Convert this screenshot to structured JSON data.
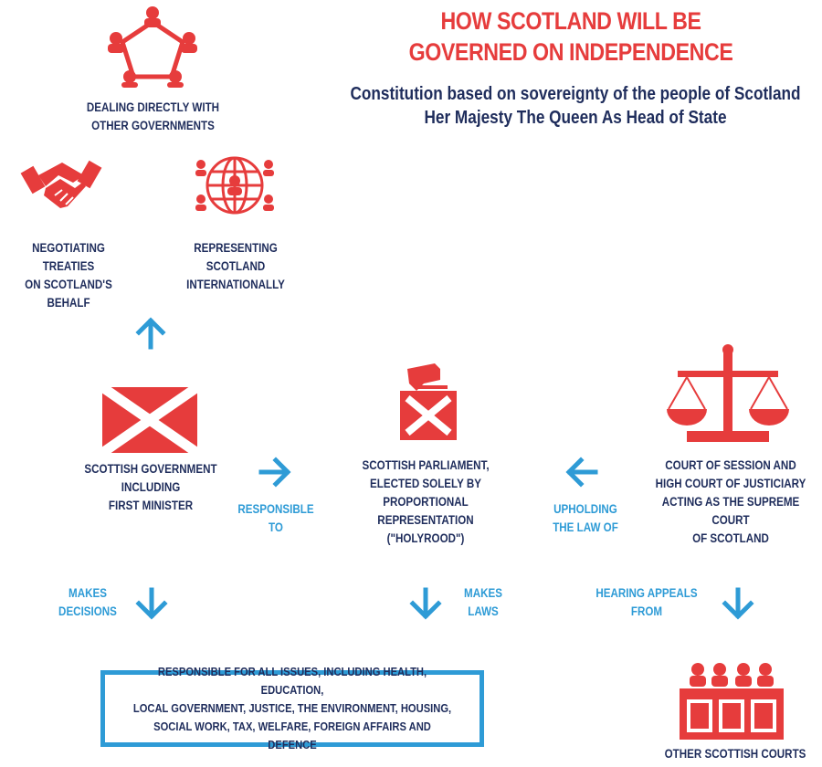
{
  "header": {
    "title_line1": "HOW SCOTLAND WILL BE",
    "title_line2": "GOVERNED ON INDEPENDENCE",
    "subtitle_line1": "Constitution based on sovereignty of the people of Scotland",
    "subtitle_line2": "Her Majesty The Queen As Head of State"
  },
  "international": {
    "dealing_line1": "DEALING DIRECTLY WITH",
    "dealing_line2": "OTHER GOVERNMENTS",
    "treaties_line1": "NEGOTIATING TREATIES",
    "treaties_line2": "ON SCOTLAND'S BEHALF",
    "representing_line1": "REPRESENTING SCOTLAND",
    "representing_line2": "INTERNATIONALLY"
  },
  "government": {
    "line1": "SCOTTISH GOVERNMENT",
    "line2": "INCLUDING",
    "line3": "FIRST MINISTER"
  },
  "parliament": {
    "line1": "SCOTTISH PARLIAMENT,",
    "line2": "ELECTED SOLELY BY PROPORTIONAL",
    "line3": "REPRESENTATION",
    "line4": "(\"HOLYROOD\")"
  },
  "court": {
    "line1": "COURT OF SESSION AND",
    "line2": "HIGH COURT OF JUSTICIARY",
    "line3": "ACTING AS THE SUPREME COURT",
    "line4": "OF SCOTLAND"
  },
  "connectors": {
    "responsible_line1": "RESPONSIBLE",
    "responsible_line2": "TO",
    "upholding_line1": "UPHOLDING",
    "upholding_line2": "THE LAW OF",
    "decisions_line1": "MAKES",
    "decisions_line2": "DECISIONS",
    "laws_line1": "MAKES",
    "laws_line2": "LAWS",
    "appeals_line1": "HEARING APPEALS",
    "appeals_line2": "FROM"
  },
  "responsibilities": {
    "line1": "RESPONSIBLE FOR ALL ISSUES, INCLUDING HEALTH, EDUCATION,",
    "line2": "LOCAL GOVERNMENT, JUSTICE, THE ENVIRONMENT, HOUSING,",
    "line3": "SOCIAL WORK, TAX, WELFARE, FOREIGN AFFAIRS AND DEFENCE"
  },
  "other_courts": {
    "label": "OTHER SCOTTISH COURTS"
  },
  "colors": {
    "red": "#e63c3c",
    "navy": "#1f2d5c",
    "blue": "#2e9bd6"
  },
  "icons": [
    "people-circle-icon",
    "handshake-icon",
    "globe-people-icon",
    "saltire-flag-icon",
    "ballot-box-icon",
    "scales-icon",
    "courtroom-icon",
    "arrow-icon"
  ]
}
